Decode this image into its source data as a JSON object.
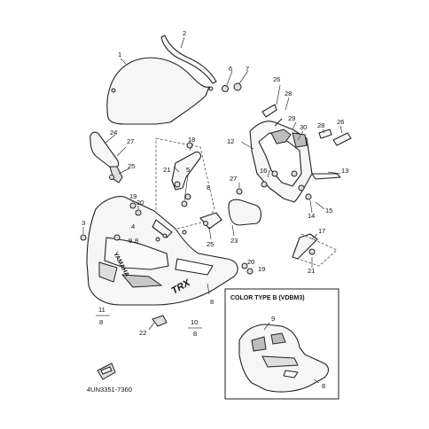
{
  "diagram": {
    "drawing_code": "4UN3351-7360",
    "inset_title": "COLOR TYPE B (VDBM3)",
    "brand_mark": "YAMAHA",
    "model_mark": "TRX",
    "callouts": {
      "c1": "1",
      "c2": "2",
      "c3": "3",
      "c4": "4",
      "c5": "5",
      "c6": "6",
      "c7": "7",
      "c8a": "8",
      "c8b": "8",
      "c8c": "8",
      "c8d": "8",
      "c8e": "8",
      "c8f": "8",
      "c9a": "9",
      "c9b": "9",
      "c10": "10",
      "c11": "11",
      "c12": "12",
      "c13": "13",
      "c14": "14",
      "c15": "15",
      "c16": "16",
      "c17": "17",
      "c18": "18",
      "c19a": "19",
      "c19b": "19",
      "c20a": "20",
      "c20b": "20",
      "c21a": "21",
      "c21b": "21",
      "c22": "22",
      "c23": "23",
      "c24": "24",
      "c25a": "25",
      "c25b": "25",
      "c26a": "26",
      "c26b": "26",
      "c27a": "27",
      "c27b": "27",
      "c28a": "28",
      "c28b": "28",
      "c29": "29",
      "c30": "30"
    }
  }
}
